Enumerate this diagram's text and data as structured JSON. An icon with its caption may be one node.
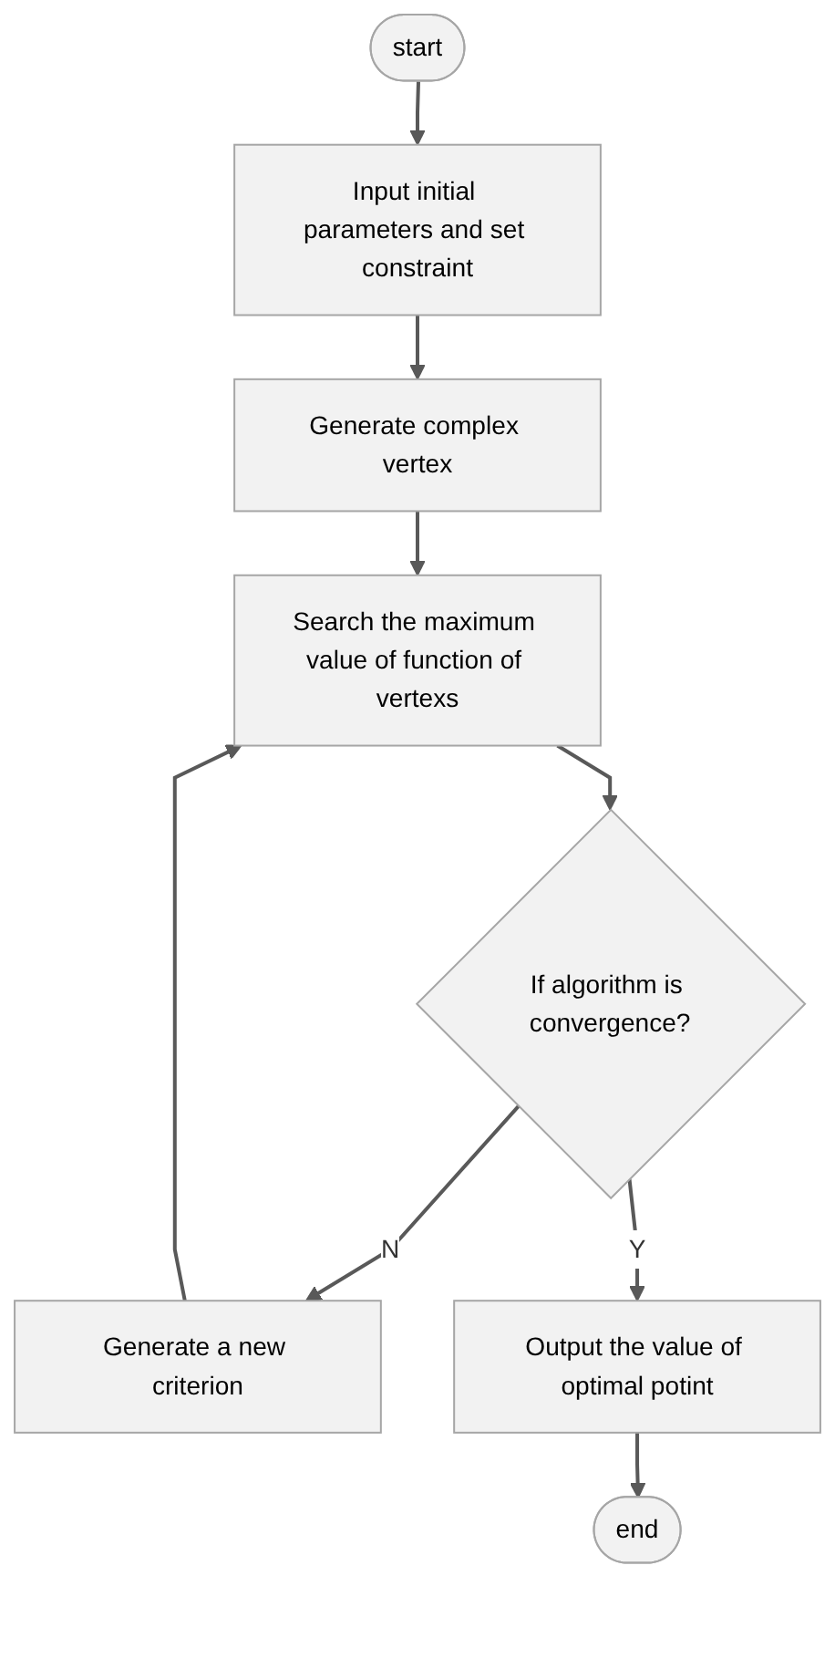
{
  "diagram": {
    "nodes": [
      {
        "text": [
          "start"
        ]
      },
      {
        "text": [
          "Input initial parameters and set constraint"
        ]
      },
      {
        "text": [
          "Generate complex vertex"
        ]
      },
      {
        "text": [
          "Search the maximum value of function of vertexs"
        ]
      },
      {
        "text": [
          "If algorithm is convergence?"
        ]
      },
      {
        "text": [
          "Generate a new criterion"
        ]
      },
      {
        "text": [
          "Output the value of optimal potint"
        ]
      },
      {
        "text": [
          "end"
        ]
      }
    ],
    "edges": [
      {
        "from": 0,
        "to": 1,
        "arrow": "to"
      },
      {
        "from": 1,
        "to": 2,
        "arrow": "to"
      },
      {
        "from": 2,
        "to": 3,
        "arrow": "to"
      },
      {
        "from": 3,
        "to": 4,
        "arrow": "to"
      },
      {
        "from": 4,
        "to": 5,
        "arrow": "to",
        "label": "N"
      },
      {
        "from": 5,
        "to": 3,
        "arrow": "to"
      },
      {
        "from": 4,
        "to": 6,
        "arrow": "to",
        "label": "Y"
      },
      {
        "from": 6,
        "to": 7,
        "arrow": "to"
      }
    ]
  }
}
